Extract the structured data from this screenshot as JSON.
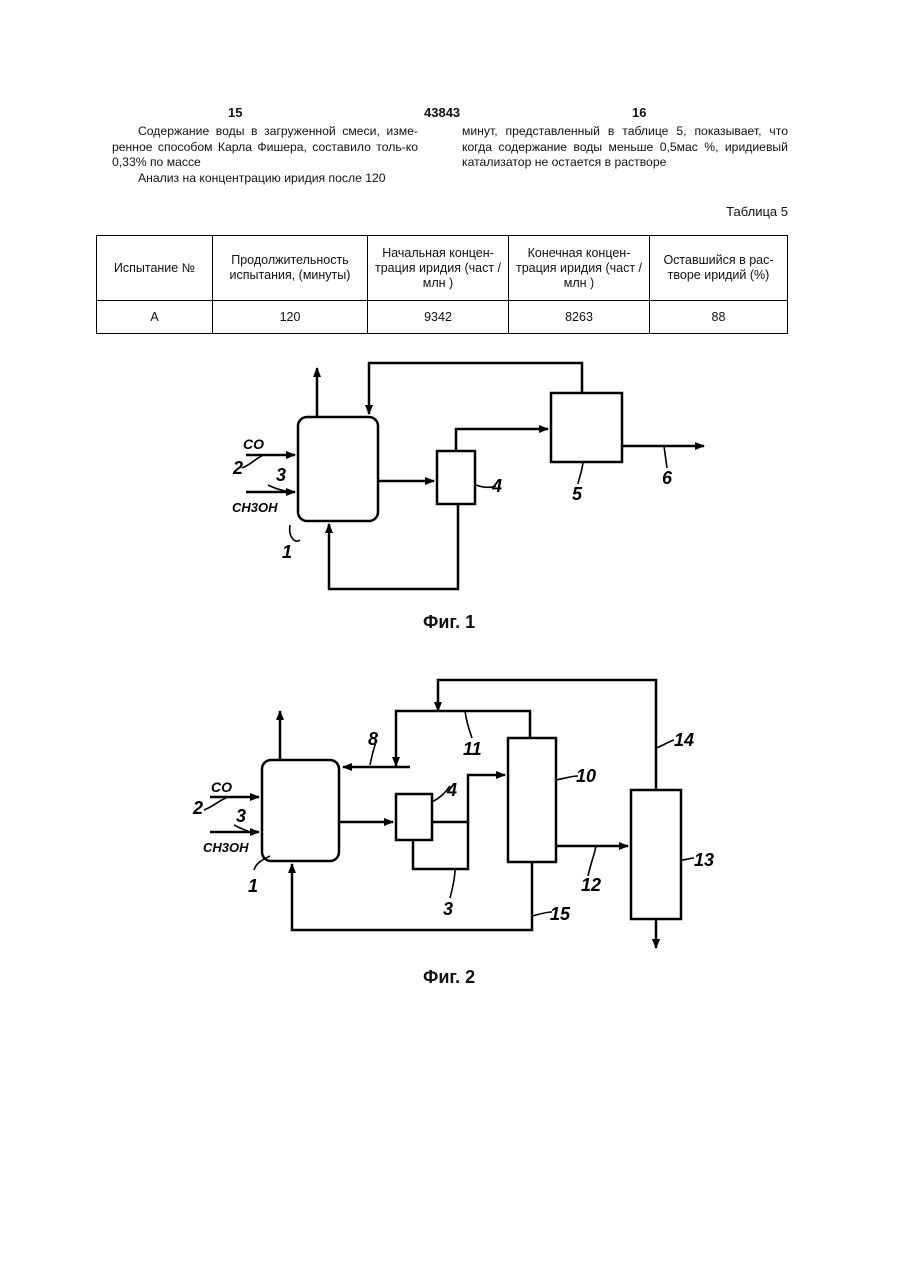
{
  "header": {
    "page_left": "15",
    "patent_number": "43843",
    "page_right": "16"
  },
  "text": {
    "left_col": [
      "Содержание воды в загруженной смеси, изме-ренное способом Карла Фишера, составило толь-ко 0,33% по массе",
      "Анализ на концентрацию иридия после 120"
    ],
    "right_col": "минут, представленный в таблице 5, показывает, что когда содержание воды меньше 0,5мас %, иридиевый катализатор не остается в растворе"
  },
  "table": {
    "caption": "Таблица 5",
    "headers": [
      "Испытание №",
      "Продолжительность испытания, (минуты)",
      "Начальная концен-трация иридия (част /млн )",
      "Конечная концен-трация иридия (част / млн )",
      "Оставшийся в рас-творе иридий (%)"
    ],
    "rows": [
      [
        "А",
        "120",
        "9342",
        "8263",
        "88"
      ]
    ]
  },
  "fig1": {
    "caption": "Фиг. 1",
    "labels": {
      "co": "CO",
      "ch3oh": "CH3OH",
      "n1": "1",
      "n2": "2",
      "n3": "3",
      "n4": "4",
      "n5": "5",
      "n6": "6"
    }
  },
  "fig2": {
    "caption": "Фиг. 2",
    "labels": {
      "co": "CO",
      "ch3oh": "CH3OH",
      "n1": "1",
      "n2": "2",
      "n3a": "3",
      "n4": "4",
      "n8": "8",
      "n11": "11",
      "n10": "10",
      "n14": "14",
      "n12": "12",
      "n13": "13",
      "n3b": "3",
      "n15": "15"
    }
  }
}
